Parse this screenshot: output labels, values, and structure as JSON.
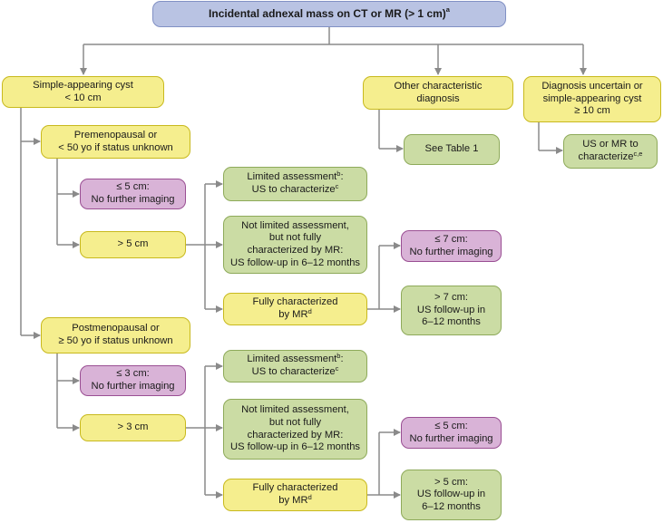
{
  "root": {
    "text": "Incidental adnexal mass on CT or MR (> 1 cm)",
    "sup": "a"
  },
  "simple_cyst": {
    "text": "Simple-appearing cyst\n< 10 cm"
  },
  "other_char": {
    "text": "Other characteristic\ndiagnosis"
  },
  "see_table": {
    "text": "See Table 1"
  },
  "uncertain": {
    "text": "Diagnosis uncertain or\nsimple-appearing cyst\n≥ 10 cm"
  },
  "us_mr": {
    "text": "US or MR to\ncharacterize",
    "sup": "c,e"
  },
  "premenopausal": {
    "text": "Premenopausal or\n< 50 yo if status unknown"
  },
  "pre_small": {
    "text": "≤ 5 cm:\nNo further imaging"
  },
  "pre_large": {
    "text": "> 5 cm"
  },
  "pre_limited": {
    "line1": "Limited assessment",
    "sup1": "b",
    "line1_end": ":",
    "line2": "US to characterize",
    "sup2": "c"
  },
  "pre_not_limited": {
    "text": "Not limited assessment,\nbut not fully\ncharacterized by MR:\nUS follow-up in 6–12 months"
  },
  "pre_fully": {
    "line1": "Fully characterized",
    "line2": "by MR",
    "sup2": "d"
  },
  "pre_fully_small": {
    "text": "≤ 7 cm:\nNo further imaging"
  },
  "pre_fully_large": {
    "text": "> 7 cm:\nUS follow-up in\n6–12 months"
  },
  "postmenopausal": {
    "text": "Postmenopausal or\n≥ 50 yo if status unknown"
  },
  "post_small": {
    "text": "≤ 3 cm:\nNo further imaging"
  },
  "post_large": {
    "text": "> 3 cm"
  },
  "post_limited": {
    "line1": "Limited assessment",
    "sup1": "b",
    "line1_end": ":",
    "line2": "US to characterize",
    "sup2": "c"
  },
  "post_not_limited": {
    "text": "Not limited assessment,\nbut not fully\ncharacterized by MR:\nUS follow-up in 6–12 months"
  },
  "post_fully": {
    "line1": "Fully characterized",
    "line2": "by MR",
    "sup2": "d"
  },
  "post_fully_small": {
    "text": "≤ 5 cm:\nNo further imaging"
  },
  "post_fully_large": {
    "text": "> 5 cm:\nUS follow-up in\n6–12 months"
  },
  "colors": {
    "line": "#8a8a8a",
    "blue": "#b9c3e3",
    "yellow": "#f5ee8e",
    "green": "#cbdca4",
    "pink": "#d9b3d7"
  }
}
